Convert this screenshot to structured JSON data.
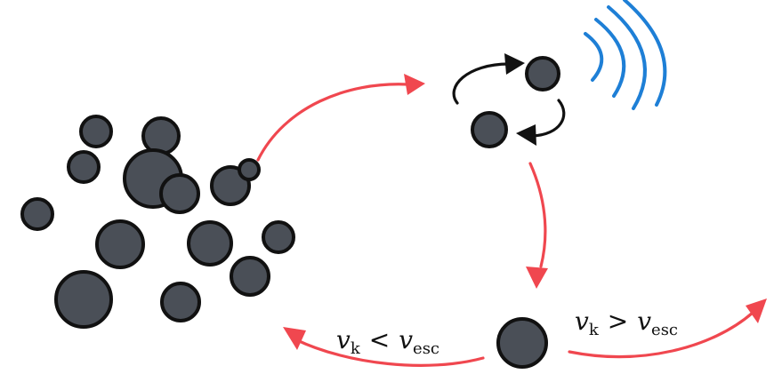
{
  "diagram": {
    "colors": {
      "body_fill": "#4a4f57",
      "outline": "#111111",
      "transition_arrow": "#f0474f",
      "orbit_arrow": "#111111",
      "gravitational_waves": "#1e7fd6",
      "background": "#ffffff"
    },
    "labels": {
      "retained": {
        "var": "v",
        "sub1": "k",
        "op": "<",
        "var2": "v",
        "sub2": "esc"
      },
      "ejected": {
        "var": "v",
        "sub1": "k",
        "op": ">",
        "var2": "v",
        "sub2": "esc"
      }
    }
  }
}
